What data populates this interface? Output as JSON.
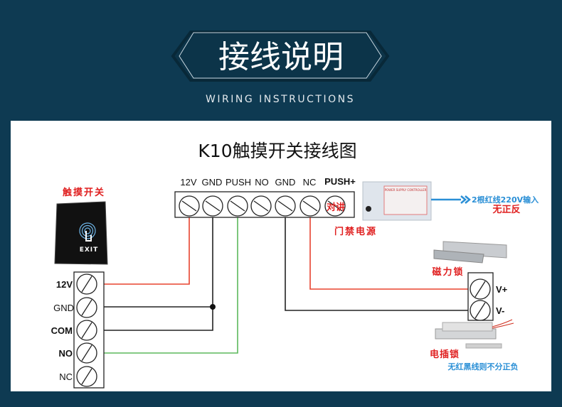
{
  "header": {
    "title": "接线说明",
    "subtitle": "WIRING INSTRUCTIONS"
  },
  "diagram": {
    "title": "K10触摸开关接线图",
    "controller_terminals": [
      "12V",
      "GND",
      "PUSH",
      "NO",
      "GND",
      "NC",
      "PUSH+"
    ],
    "intercom_label": "对讲",
    "power_supply_label": "门禁电源",
    "power_input_label": "2根红线220V输入",
    "power_input_note": "无正反",
    "touch_switch_label": "触摸开关",
    "exit_button_text": "EXIT",
    "switch_terminals": [
      "12V",
      "GND",
      "COM",
      "NO",
      "NC"
    ],
    "magnetic_lock_label": "磁力锁",
    "lock_terminals": [
      "V+",
      "V-"
    ],
    "electric_bolt_label": "电插锁",
    "electric_bolt_note": "无红黑线则不分正负",
    "power_supply_panel_text": "POWER SUPPLY CONTROLLER",
    "colors": {
      "background": "#0e3a52",
      "wire_red": "#e8432f",
      "wire_black": "#222222",
      "wire_green": "#5cb85c",
      "accent_blue": "#2a8fd6",
      "label_red": "#e02020"
    }
  }
}
